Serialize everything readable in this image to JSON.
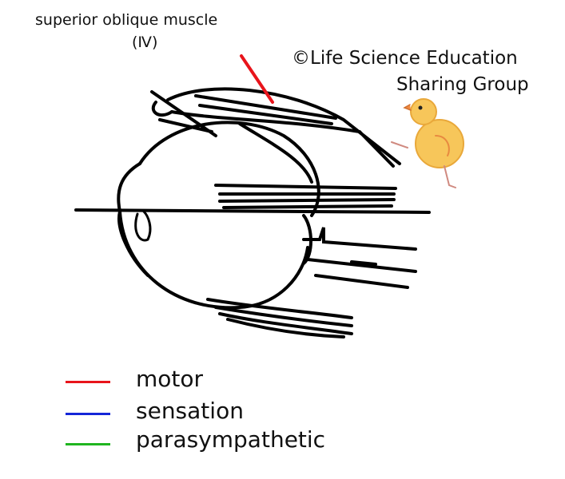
{
  "labels": {
    "muscle_name": "superior oblique muscle",
    "nerve_number": "(Ⅳ)",
    "copyright_line1": "©Life Science Education",
    "copyright_line2": "Sharing Group"
  },
  "legend": [
    {
      "label": "motor",
      "color": "#e8141b"
    },
    {
      "label": "sensation",
      "color": "#1426d8"
    },
    {
      "label": "parasympathetic",
      "color": "#1fb51f"
    }
  ],
  "nerve_color": "#e8141b"
}
